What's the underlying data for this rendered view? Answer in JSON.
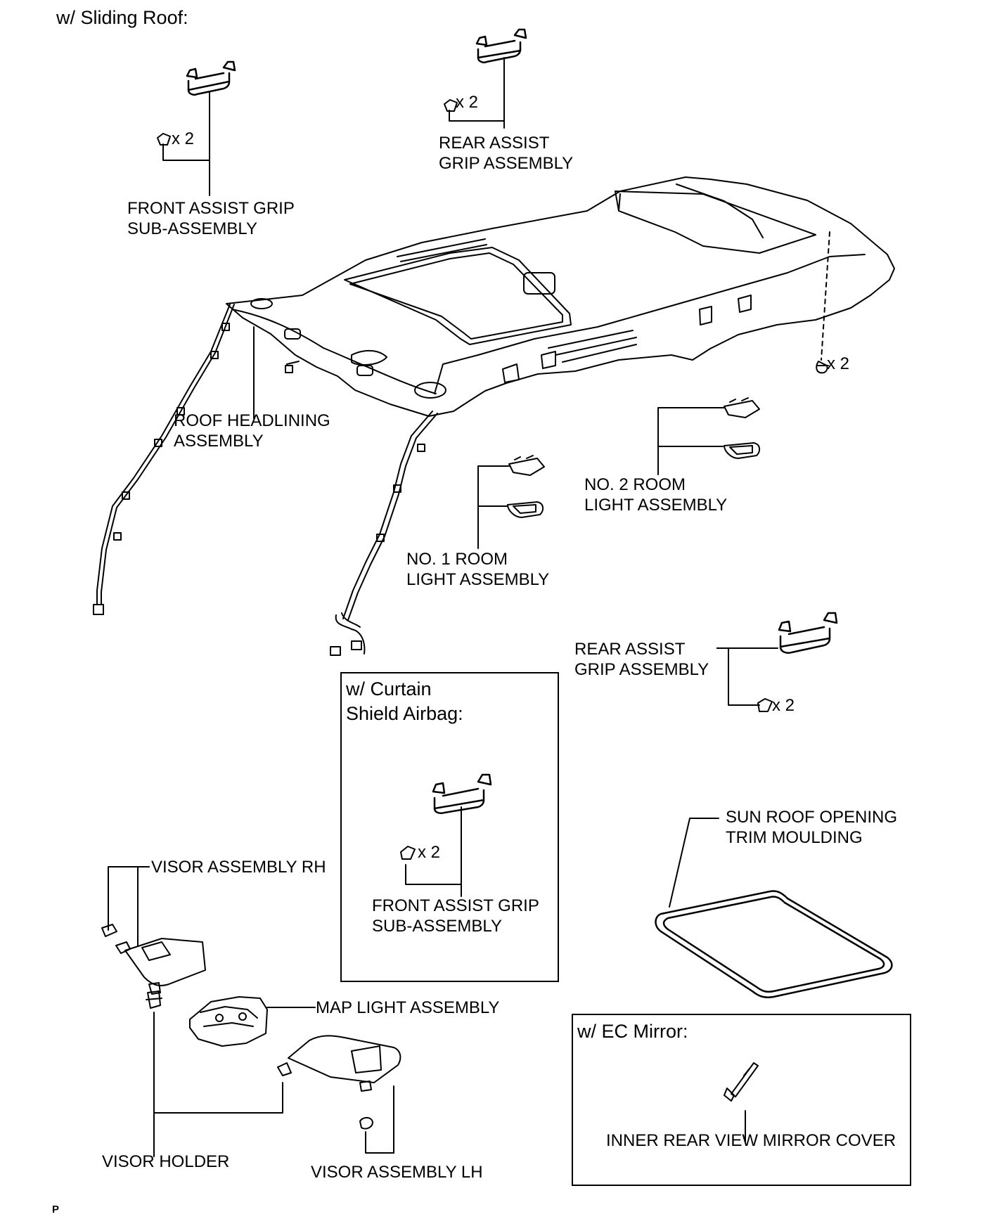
{
  "header": {
    "sliding_roof": "w/ Sliding Roof:",
    "curtain_airbag": "w/ Curtain\nShield Airbag:",
    "ec_mirror": "w/ EC Mirror:"
  },
  "labels": {
    "front_assist_grip": "FRONT ASSIST GRIP\nSUB-ASSEMBLY",
    "rear_assist_grip_top": "REAR ASSIST\nGRIP ASSEMBLY",
    "roof_headlining": "ROOF HEADLINING\nASSEMBLY",
    "no2_room_light": "NO. 2 ROOM\nLIGHT ASSEMBLY",
    "no1_room_light": "NO. 1 ROOM\nLIGHT ASSEMBLY",
    "rear_assist_grip_right": "REAR ASSIST\nGRIP ASSEMBLY",
    "front_assist_grip_airbag": "FRONT ASSIST GRIP\nSUB-ASSEMBLY",
    "sun_roof_trim": "SUN ROOF OPENING\nTRIM MOULDING",
    "visor_rh": "VISOR ASSEMBLY RH",
    "map_light": "MAP LIGHT ASSEMBLY",
    "visor_holder": "VISOR HOLDER",
    "visor_lh": "VISOR ASSEMBLY LH",
    "inner_mirror_cover": "INNER REAR VIEW MIRROR COVER"
  },
  "quantities": {
    "front_grip_clips": "x 2",
    "rear_grip_clips_top": "x 2",
    "headlining_clips": "x 2",
    "rear_grip_clips_right": "x 2",
    "front_grip_clips_airbag": "x 2"
  },
  "footer": {
    "mark": "P"
  }
}
